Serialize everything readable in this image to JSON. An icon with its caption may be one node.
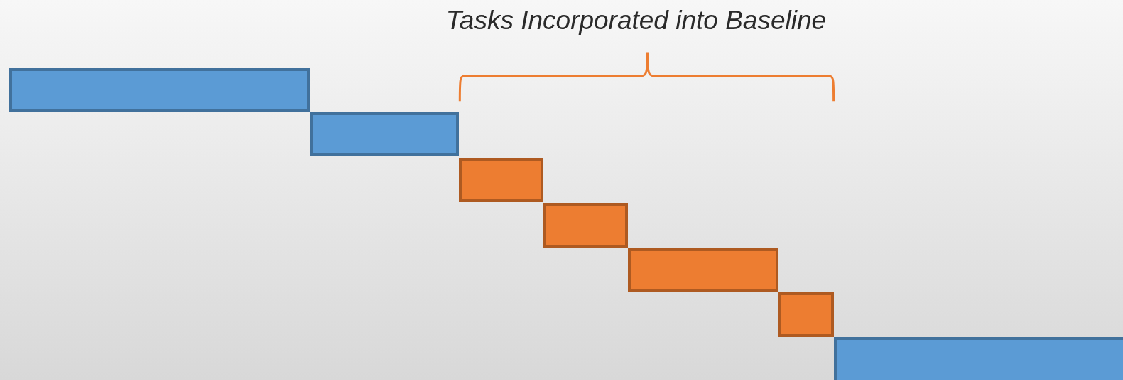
{
  "diagram": {
    "nodes": [
      {
        "text": [],
        "shape": "bar"
      },
      {
        "text": [],
        "shape": "bar"
      },
      {
        "text": [],
        "shape": "bar"
      },
      {
        "text": [],
        "shape": "bar"
      },
      {
        "text": [],
        "shape": "bar"
      },
      {
        "text": [],
        "shape": "bar"
      },
      {
        "text": [],
        "shape": "bar"
      }
    ],
    "labels": [
      "Tasks Incorporated into Baseline"
    ]
  }
}
